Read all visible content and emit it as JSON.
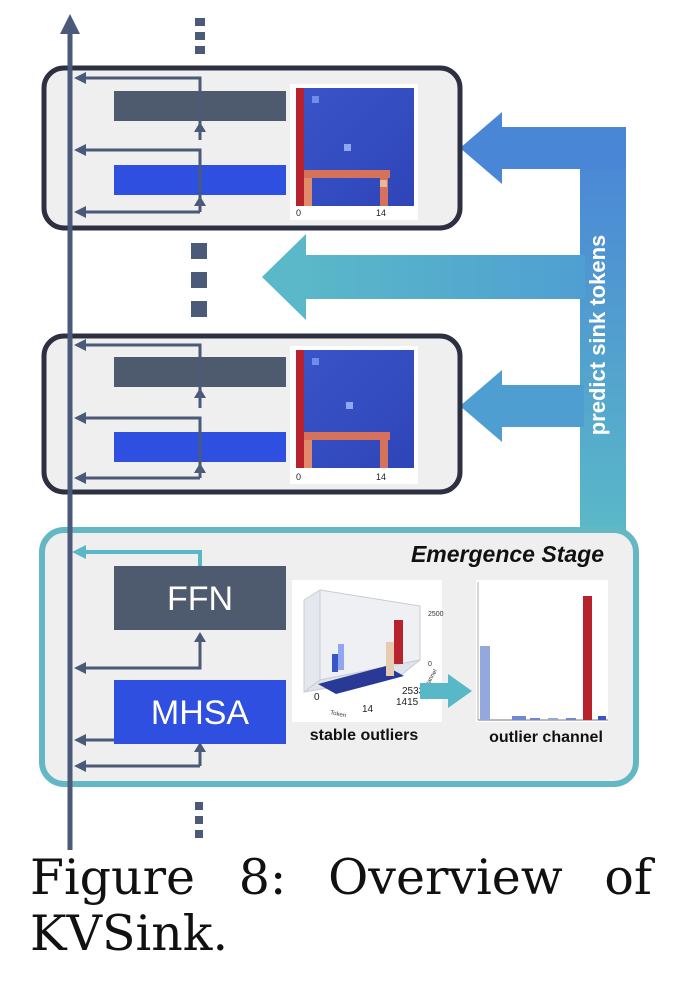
{
  "blocks": {
    "upper_heatmap_ticks": [
      "0",
      "14"
    ],
    "middle_heatmap_ticks": [
      "0",
      "14"
    ]
  },
  "emergence": {
    "title": "Emergence Stage",
    "ffn_label": "FFN",
    "mhsa_label": "MHSA",
    "outliers_plot": {
      "caption": "stable outliers",
      "tick_token_start": "0",
      "tick_token_end": "14",
      "token_axis_label": "Token",
      "channel_axis_label": "Channel",
      "channel_ticks": [
        "2533",
        "1415"
      ],
      "z_ticks": [
        "2500",
        "0"
      ]
    },
    "channel_plot": {
      "caption": "outlier channel"
    }
  },
  "side_arrow_label": "predict sink tokens",
  "caption": {
    "label": "Figure 8:",
    "text": "Overview of KVSink."
  },
  "colors": {
    "residual": "#4a5a78",
    "block_gray": "#4e5a6e",
    "block_blue": "#2f4fe0",
    "emergence_border": "#63b8c4",
    "predict_arrow_start": "#4a8ad6",
    "predict_arrow_end": "#59b8c8",
    "outlier_red": "#b8222c"
  }
}
